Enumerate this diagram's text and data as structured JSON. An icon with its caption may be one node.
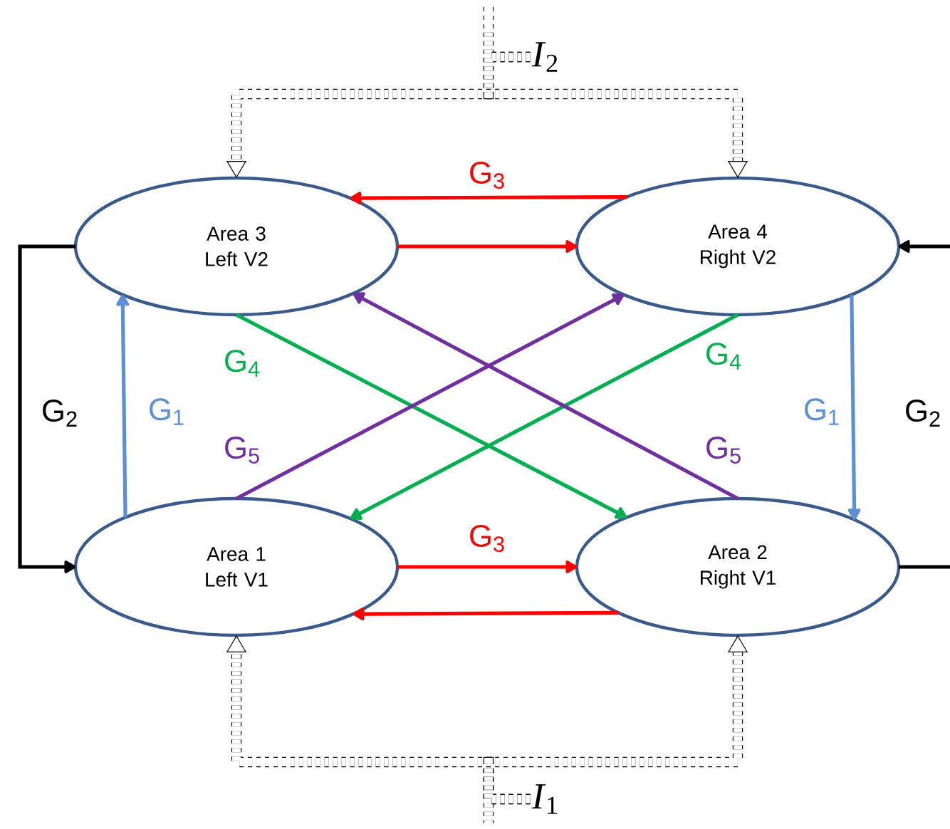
{
  "diagram": {
    "nodes": [
      {
        "text": [
          "Area 3 Left V2"
        ]
      },
      {
        "text": [
          "Area 4 Right V2"
        ]
      },
      {
        "text": [
          "Area 1 Left V1"
        ]
      },
      {
        "text": [
          "Area 2 Right V1"
        ]
      },
      {
        "text": [
          "*I*$_{2}$"
        ]
      },
      {
        "text": [
          "*I*$_{1}$"
        ]
      }
    ],
    "edges": [
      {
        "from": 1,
        "to": 0,
        "arrow": "to",
        "color": "#ff0000",
        "label": "G$_{3}$"
      },
      {
        "from": 0,
        "to": 1,
        "arrow": "to",
        "color": "#ff0000"
      },
      {
        "from": 2,
        "to": 3,
        "arrow": "to",
        "color": "#ff0000",
        "label": "G$_{3}$"
      },
      {
        "from": 3,
        "to": 2,
        "arrow": "to",
        "color": "#ff0000"
      },
      {
        "from": 2,
        "to": 0,
        "arrow": "to",
        "color": "#5b8fd6",
        "label": "G$_{1}$"
      },
      {
        "from": 1,
        "to": 3,
        "arrow": "to",
        "color": "#5b8fd6",
        "label": "G$_{1}$"
      },
      {
        "from": 0,
        "to": 3,
        "arrow": "to",
        "color": "#00b050",
        "label": "G$_{4}$"
      },
      {
        "from": 1,
        "to": 2,
        "arrow": "to",
        "color": "#00b050",
        "label": "G$_{4}$"
      },
      {
        "from": 2,
        "to": 1,
        "arrow": "to",
        "color": "#7030a0",
        "label": "G$_{5}$"
      },
      {
        "from": 3,
        "to": 0,
        "arrow": "to",
        "color": "#7030a0",
        "label": "G$_{5}$"
      },
      {
        "from": 0,
        "to": 2,
        "arrow": "to",
        "label": "G$_{2}$"
      },
      {
        "from": 3,
        "to": 1,
        "arrow": "to",
        "label": "G$_{2}$"
      },
      {
        "from": 4,
        "to": 0,
        "arrow": "to",
        "style": "dashed"
      },
      {
        "from": 4,
        "to": 1,
        "arrow": "to",
        "style": "dashed"
      },
      {
        "from": 5,
        "to": 2,
        "arrow": "to",
        "style": "dashed"
      },
      {
        "from": 5,
        "to": 3,
        "arrow": "to",
        "style": "dashed"
      }
    ]
  }
}
